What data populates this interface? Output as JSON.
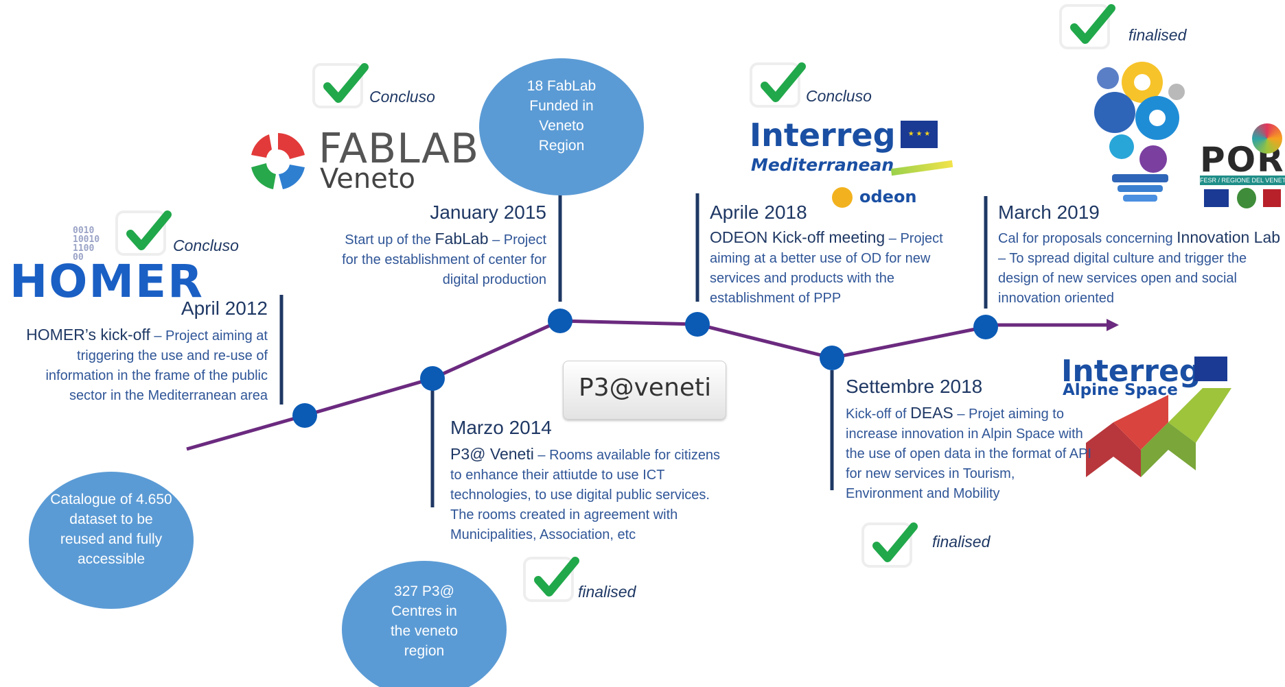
{
  "colors": {
    "timeline": "#6b2a7f",
    "node": "#0b5bb5",
    "ellipse": "#5b9bd5",
    "heading": "#1f3864",
    "body_text": "#2f5597",
    "check": "#21a84b"
  },
  "bubbles": [
    {
      "text": "Catalogue of 4.650 dataset to be reused and fully accessible"
    },
    {
      "text": "327 P3@ Centres in the veneto region"
    },
    {
      "text": "18 FabLab Funded in Veneto Region"
    }
  ],
  "events": [
    {
      "date": "April 2012",
      "highlight": "HOMER’s kick-off",
      "description": " – Project aiming at triggering the use and re-use of information in the frame of the public sector in the Mediterranean area",
      "status": "Concluso",
      "logo_text": "HOMER"
    },
    {
      "date": "Marzo 2014",
      "highlight": "P3@ Veneti",
      "description": " – Rooms available for citizens to enhance their attiutde to use ICT technologies, to use digital public services. The rooms created in agreement with Municipalities, Association, etc",
      "status": "finalised",
      "logo_text": "P3@veneti"
    },
    {
      "date": "January 2015",
      "description_pre": "Start up of the ",
      "highlight": "FabLab",
      "description": " – Project for the establishment of center for digital production",
      "status": "Concluso",
      "logo_title": "FABLAB",
      "logo_sub": "Veneto"
    },
    {
      "date": "Aprile 2018",
      "highlight": "ODEON Kick-off meeting",
      "description": " – Project aiming at a better use of OD for new services and products with the establishment of PPP",
      "status": "Concluso",
      "logo_title": "Interreg",
      "logo_sub": "Mediterranean",
      "logo_extra": "odeon"
    },
    {
      "date": "Settembre 2018",
      "description_pre": "Kick-off of ",
      "highlight": "DEAS",
      "description": " – Projet aiming to increase innovation in Alpin Space with the use of open data in the format of API for new services in Tourism, Environment and Mobility",
      "status": "finalised",
      "logo_title": "Interreg",
      "logo_sub": "Alpine Space"
    },
    {
      "date": "March 2019",
      "description_pre": "Cal for proposals concerning ",
      "highlight": "Innovation Lab",
      "description": " – To spread digital culture and trigger the design of new services open and social innovation oriented",
      "status": "finalised",
      "logo_title": "POR",
      "logo_sub": "FESR / REGIONE DEL VENETO"
    }
  ]
}
